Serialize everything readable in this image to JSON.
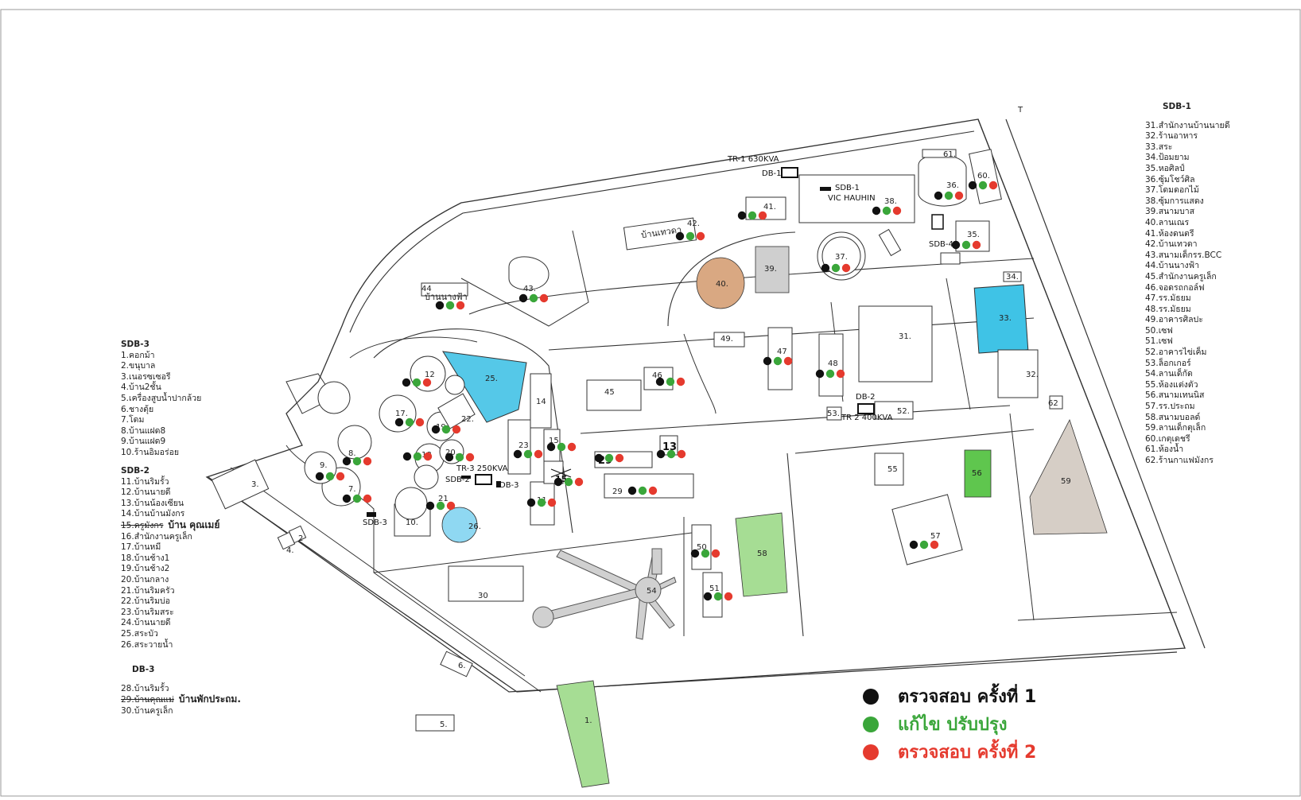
{
  "colors": {
    "inspect1": "#111111",
    "fix": "#3aa63a",
    "inspect2": "#e53a2e",
    "pool": "#55c8e8",
    "lawn": "#9ed88e",
    "brown": "#d9a882",
    "grey": "#cfcfcf",
    "road": "#333333"
  },
  "map": {
    "compass": "T",
    "transformers": {
      "tr1": "TR-1 630KVA",
      "db1": "DB-1",
      "sdb1": "SDB-1",
      "vic": "VIC HAUHIN",
      "sdb4": "SDB-4",
      "db2": "DB-2",
      "tr2": "TR 2 400KVA",
      "tr3": "TR-3 250KVA",
      "sdb2": "SDB-2",
      "db3": "DB-3",
      "sdb3": "SDB-3"
    },
    "labels": {
      "devata": "บ้านเทวดา",
      "nangfa": "บ้านนางฟ้า",
      "n44": "44"
    },
    "hand": {
      "n29": "29",
      "n13": "13",
      "n15": "15"
    },
    "numbers": {
      "n1": "1.",
      "n2": "2",
      "n3": "3.",
      "n4": "4.",
      "n5": "5.",
      "n6": "6.",
      "n7": "7.",
      "n8": "8.",
      "n9": "9.",
      "n10": "10.",
      "n11": "11",
      "n12": "12",
      "n14": "14",
      "n15": "15",
      "n17": "17.",
      "n18": "18",
      "n19": "19.",
      "n20": "20.",
      "n21": "21",
      "n22": "22.",
      "n23": "23",
      "n25": "25.",
      "n26": "26.",
      "n29": "29",
      "n30": "30",
      "n31": "31.",
      "n32": "32.",
      "n33": "33.",
      "n34": "34.",
      "n35": "35.",
      "n36": "36.",
      "n37": "37.",
      "n38": "38.",
      "n39": "39.",
      "n40": "40.",
      "n41": "41.",
      "n42": "42.",
      "n43": "43.",
      "n45": "45",
      "n46": "46",
      "n47": "47",
      "n48": "48",
      "n49": "49.",
      "n50": "50",
      "n51": "51",
      "n52": "52.",
      "n53": "53.",
      "n54": "54",
      "n55": "55",
      "n56": "56",
      "n57": "57",
      "n58": "58",
      "n59": "59",
      "n60": "60.",
      "n61": "61.",
      "n62": "62"
    }
  },
  "left_list": {
    "sdb3": {
      "header": "SDB-3",
      "items": [
        "1.คอกม้า",
        "2.ขนุบาล",
        "3.เนอรซเซอรี",
        "4.บ้าน2ชั้น",
        "5.เครื่องสูบน้ำปากล้วย",
        "6.ชางตุ้ย",
        "7.โดม",
        "8.บ้านแฝด8",
        "9.บ้านแฝด9",
        "10.ร้านอิมอร่อย"
      ]
    },
    "sdb2": {
      "header": "SDB-2",
      "items": [
        "11.บ้านริมรั้ว",
        "12.บ้านนายดี",
        "13.บ้านน้องเซียน",
        "14.บ้านบ้านมังกร",
        "15.ครูมังกร",
        "16.สำนักงานครูเล็ก",
        "17.บ้านหมี",
        "18.บ้านช้าง1",
        "19.บ้านช้าง2",
        "20.บ้านกลาง",
        "21.บ้านริมครัว",
        "22.บ้านริมบ่อ",
        "23.บ้านริมสระ",
        "24.บ้านนายดี",
        "25.สระบัว",
        "26.สระวายน้ำ"
      ],
      "note15": "บ้าน คุณเมย์"
    },
    "db3": {
      "header": "DB-3",
      "items": [
        "28.บ้านริมรั้ว",
        "29.บ้านคุณแม่",
        "30.บ้านครูเล็ก"
      ],
      "note29": "บ้านพักประถม."
    }
  },
  "right_list": {
    "header": "SDB-1",
    "items": [
      "31.สำนักงานบ้านนายดี",
      "32.ร้านอาหาร",
      "33.สระ",
      "34.ป้อมยาม",
      "35.หอศิลป์",
      "36.ซุ้มโชว์ศิล",
      "37.โดมดอกไม้",
      "38.ซุ้มการแสดง",
      "39.สนามบาส",
      "40.ลานเณร",
      "41.ห้องดนตรี",
      "42.บ้านเทวดา",
      "43.สนามเด็กรร.BCC",
      "44.บ้านนางฟ้า",
      "45.สำนักงานครูเล็ก",
      "46.จอดรถกอล์ฟ",
      "47.รร.มัธยม",
      "48.รร.มัธยม",
      "49.อาคารศิลปะ",
      "50.เซฟ",
      "51.เซฟ",
      "52.อาคารไข่เค็ม",
      "53.ล็อกเกอร์",
      "54.ลานเด็กัด",
      "55.ห้องแต่งตัว",
      "56.สนามเทนนิส",
      "57.รร.ประถม",
      "58.สนามบอลด์",
      "59.ลานเด็กตุเล็ก",
      "60.เกตุเดชรี",
      "61.ห้องน้ำ",
      "62.ร้านกาแฟมังกร"
    ]
  },
  "legend": {
    "inspect1": "ตรวจสอบ ครั้งที่ 1",
    "fix": "แก้ไข ปรับปรุง",
    "inspect2": "ตรวจสอบ ครั้งที่ 2"
  }
}
